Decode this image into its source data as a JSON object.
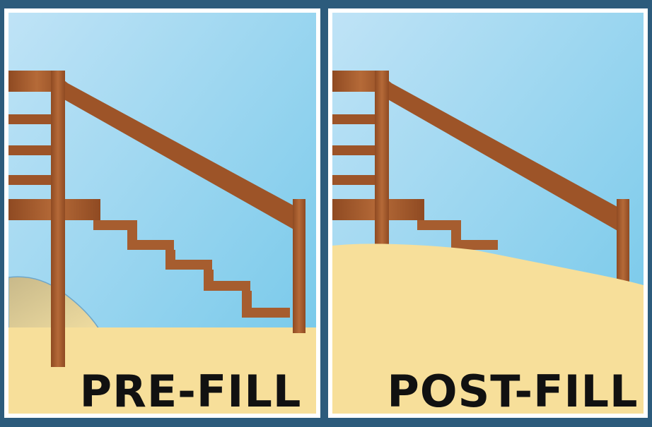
{
  "panels": [
    {
      "id": "pre-fill",
      "caption": "PRE-FILL"
    },
    {
      "id": "post-fill",
      "caption": "POST-FILL"
    }
  ],
  "colors": {
    "border": "#2c5b7c",
    "sky_top": "#b9e1f6",
    "sky_bottom": "#76c9ea",
    "sand": "#f7df9a",
    "sand_shadow": "#d9c48a",
    "wood": "#a65d2f",
    "wood_dark": "#7a3f1c",
    "caption_text": "#111111"
  }
}
